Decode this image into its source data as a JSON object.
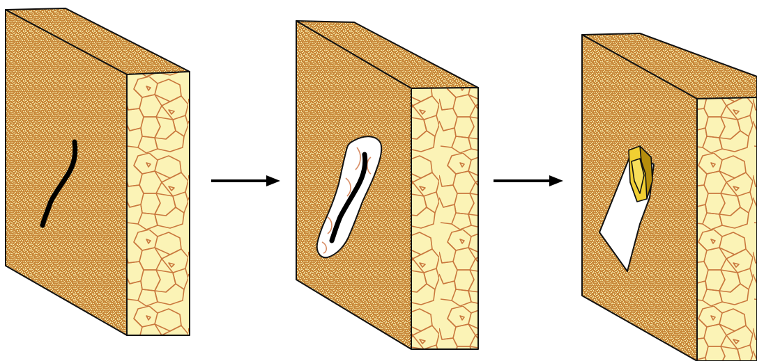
{
  "diagram": {
    "type": "process-sequence",
    "stage_count": 3,
    "arrow_count": 2,
    "stages": [
      {
        "id": "stage-1",
        "feature": "crack"
      },
      {
        "id": "stage-2",
        "feature": "solution-widened-crack"
      },
      {
        "id": "stage-3",
        "feature": "crystal-filled-cavity"
      }
    ],
    "colors": {
      "rock_face": "#c8883a",
      "rock_speckle": "#f5e6a6",
      "side_face": "#fbf3b6",
      "grain_lines": "#c9783d",
      "outline": "#111111",
      "crack": "#000000",
      "cavity": "#ffffff",
      "cavity_edge": "#d98e66",
      "crystal": "#f1cf32",
      "crystal_dark": "#b58d0c",
      "arrow": "#000000"
    }
  }
}
